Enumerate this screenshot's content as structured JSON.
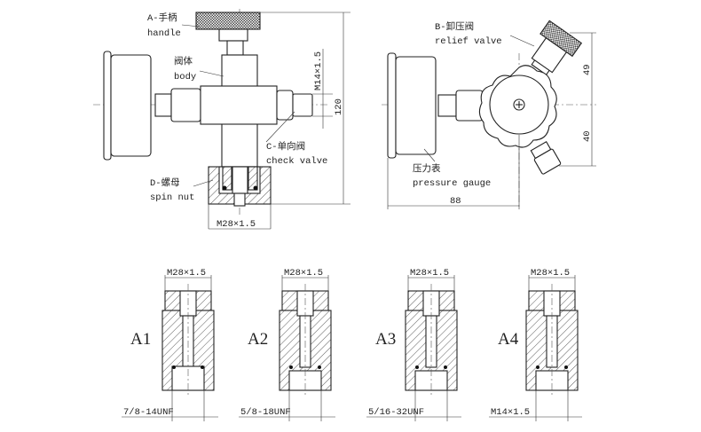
{
  "top_left": {
    "handle": {
      "cn": "A-手柄",
      "en": "handle"
    },
    "body": {
      "cn": "阀体",
      "en": "body"
    },
    "check_valve": {
      "cn": "C-单向阀",
      "en": "check valve"
    },
    "spin_nut": {
      "cn": "D-螺母",
      "en": "spin nut"
    },
    "dim_thread_side": "M14×1.5",
    "dim_height": "120",
    "dim_nut": "M28×1.5"
  },
  "top_right": {
    "relief_valve": {
      "cn": "B-卸压阀",
      "en": "relief valve"
    },
    "pressure_gauge": {
      "cn": "压力表",
      "en": "pressure gauge"
    },
    "dim_width": "88",
    "dim_upper": "49",
    "dim_lower": "40"
  },
  "adapters": [
    {
      "label": "A1",
      "top_thread": "M28×1.5",
      "bottom_thread": "7/8-14UNF"
    },
    {
      "label": "A2",
      "top_thread": "M28×1.5",
      "bottom_thread": "5/8-18UNF"
    },
    {
      "label": "A3",
      "top_thread": "M28×1.5",
      "bottom_thread": "5/16-32UNF"
    },
    {
      "label": "A4",
      "top_thread": "M28×1.5",
      "bottom_thread": "M14×1.5"
    }
  ]
}
